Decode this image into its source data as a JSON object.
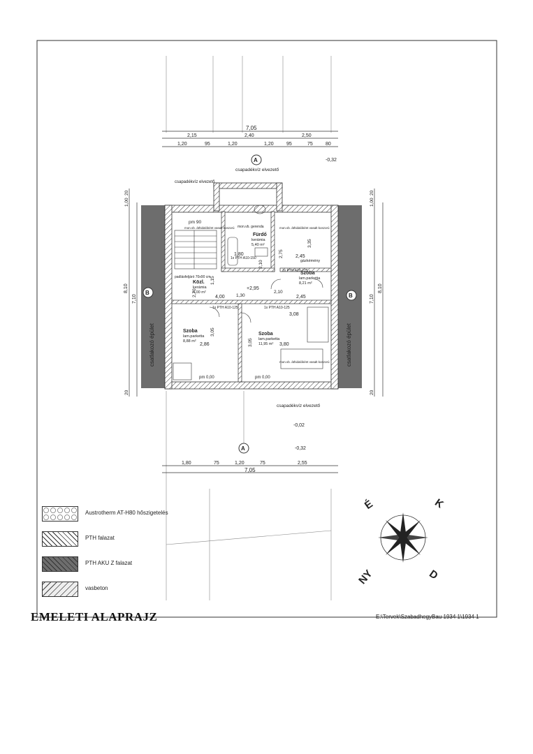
{
  "drawing": {
    "title": "EMELETI ALAPRAJZ",
    "file_path": "E:\\Tervek\\SzabadhegyBau 1934 1\\1934 1",
    "adjacent_left": "csatlakozó épület",
    "adjacent_right": "csatlakozó épület",
    "axis_a": "A",
    "axis_b": "B",
    "top_dims": {
      "overall": "7,05",
      "row2": [
        "2,15",
        "2,40",
        "2,50"
      ],
      "row3": [
        "1,20",
        "95",
        "1,20",
        "1,20",
        "95",
        "75",
        "80"
      ]
    },
    "bottom_dims": {
      "overall": "7,05",
      "row": [
        "1,80",
        "75",
        "1,20",
        "75",
        "2,55"
      ]
    },
    "side_dims": {
      "left": [
        "20",
        "1,00",
        "8,10",
        "7,10",
        "20"
      ],
      "right": [
        "20",
        "1,00",
        "8,10",
        "7,10",
        "20"
      ]
    },
    "notes": {
      "gutter_top": "csapadékvíz elvezető",
      "gutter_left": "csapadékvíz elvezető",
      "gutter_bottom": "csapadékvíz elvezető",
      "level_top": "-0,32",
      "level_bottom_1": "-0,02",
      "level_bottom_2": "-0,32",
      "level_center": "+2,95",
      "wall_pm": "pm 0,00",
      "chimney": "gázkémény",
      "hatch": "padlásfeljáró 70x90 cm"
    },
    "rooms": [
      {
        "name": "Fürdő",
        "floor": "kerámia",
        "area": "5,40 m²"
      },
      {
        "name": "Közl.",
        "floor": "kerámia",
        "area": "4,00 m²"
      },
      {
        "name": "Szoba",
        "floor": "lam.parketta",
        "area": "8,21 m²"
      },
      {
        "name": "Szoba",
        "floor": "lam.parketta",
        "area": "8,88 m²"
      },
      {
        "name": "Szoba",
        "floor": "lam.parketta",
        "area": "11,95 m²"
      }
    ],
    "room_dims": [
      "2,75",
      "2,45",
      "3,35",
      "1,80",
      "2,10",
      "4,00",
      "1,30",
      "2,10",
      "2,45",
      "3,08",
      "2,86",
      "3,05",
      "3,05",
      "3,80",
      "1,15",
      "2,70"
    ],
    "windows": [
      "1x PTH A10-125",
      "1x PTH A10-150",
      "1x PTH A10-125",
      "1x PTH A10-125"
    ],
    "beams": [
      "mon.vb. áthidalóként vasalt koszorú",
      "mon.vb. gerenda",
      "mon.vb. áthidalóként vasalt koszorú",
      "mon.vb. áthidalóként vasalt koszorú"
    ],
    "stair_note": "pm 90"
  },
  "compass": {
    "n": "É",
    "e": "K",
    "s": "D",
    "w": "NY"
  },
  "legend": [
    {
      "label": "Austrotherm AT-H80 hőszigetelés",
      "swatch": "hex"
    },
    {
      "label": "PTH falazat",
      "swatch": "hatch"
    },
    {
      "label": "PTH AKU Z falazat",
      "swatch": "dark"
    },
    {
      "label": "vasbeton",
      "swatch": "concrete"
    }
  ]
}
